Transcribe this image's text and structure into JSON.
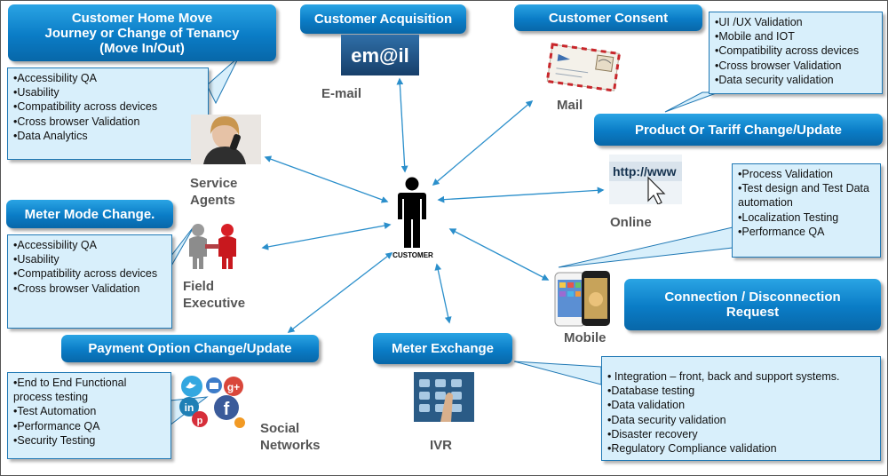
{
  "center": {
    "label": "CUSTOMER"
  },
  "channels": {
    "email": {
      "label": "E-mail",
      "icon_text": "em@il"
    },
    "mail": {
      "label": "Mail"
    },
    "online": {
      "label": "Online",
      "icon_text": "http://www"
    },
    "mobile": {
      "label": "Mobile"
    },
    "ivr": {
      "label": "IVR"
    },
    "social": {
      "label_line1": "Social",
      "label_line2": "Networks"
    },
    "field": {
      "label_line1": "Field",
      "label_line2": "Executive"
    },
    "agents": {
      "label_line1": "Service",
      "label_line2": "Agents"
    }
  },
  "journeys": {
    "home_move": {
      "line1": "Customer Home Move",
      "line2": "Journey or Change of Tenancy",
      "line3": "(Move In/Out)"
    },
    "acquisition": {
      "title": "Customer Acquisition"
    },
    "consent": {
      "title": "Customer Consent"
    },
    "tariff": {
      "title": "Product Or Tariff Change/Update"
    },
    "meter_mode": {
      "title": "Meter Mode Change."
    },
    "connection": {
      "line1": "Connection / Disconnection",
      "line2": "Request"
    },
    "payment": {
      "title": "Payment Option Change/Update"
    },
    "meter_exchange": {
      "title": "Meter Exchange"
    }
  },
  "callouts": {
    "home_move": [
      "•Accessibility QA",
      "•Usability",
      "•Compatibility across devices",
      "•Cross browser Validation",
      "•Data Analytics"
    ],
    "consent": [
      "•UI /UX Validation",
      "•Mobile and IOT",
      "•Compatibility across devices",
      "•Cross browser Validation",
      "•Data security validation"
    ],
    "online": [
      "•Process Validation",
      "•Test design and Test Data automation",
      "•Localization Testing",
      "•Performance QA"
    ],
    "meter_mode": [
      "•Accessibility QA",
      "•Usability",
      "•Compatibility across devices",
      "•Cross browser Validation"
    ],
    "payment": [
      "•End to End Functional process testing",
      "•Test Automation",
      "•Performance QA",
      "•Security Testing"
    ],
    "meter_exchange": [
      "• Integration – front, back and support systems.",
      "•Database testing",
      "•Data validation",
      "•Data security validation",
      "•Disaster recovery",
      "•Regulatory  Compliance validation"
    ]
  },
  "colors": {
    "pill": "#0a7cc6",
    "callout_fill": "#d8effb",
    "callout_border": "#1f78b4",
    "arrow": "#2b8fcb",
    "label_gray": "#555555"
  }
}
